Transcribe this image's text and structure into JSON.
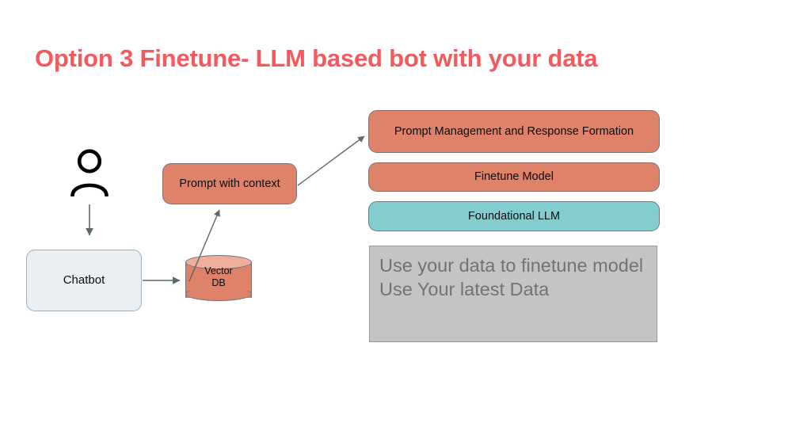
{
  "slide": {
    "title": "Option 3 Finetune- LLM based bot with your data",
    "title_color": "#F4595E",
    "background_color": "#FFFFFF"
  },
  "palette": {
    "salmon": "#DE8269",
    "teal": "#84CDCE",
    "pale_blue": "#E9EFF3",
    "note_gray": "#C4C4C4",
    "note_text_gray": "#6E7478",
    "connector_gray": "#5D686C",
    "outline_gray": "#70797C"
  },
  "diagram": {
    "user": {
      "icon": "person-icon",
      "label": ""
    },
    "chatbot": {
      "label": "Chatbot",
      "fill": "#E9EFF3"
    },
    "vector_db": {
      "icon": "database-cylinder-icon",
      "label_line1": "Vector",
      "label_line2": "DB",
      "fill": "#DE8269"
    },
    "prompt_with_context": {
      "label": "Prompt with context",
      "fill": "#DE8269"
    },
    "stack": [
      {
        "id": "prompt-management",
        "label": "Prompt Management and Response Formation",
        "fill": "#DE8269"
      },
      {
        "id": "finetune-model",
        "label": "Finetune Model",
        "fill": "#DE8269"
      },
      {
        "id": "foundational-llm",
        "label": "Foundational LLM",
        "fill": "#84CDCE"
      }
    ],
    "note": {
      "line1": "Use your data to finetune model",
      "line2": "Use Your latest Data",
      "fill": "#C4C4C4",
      "text_color": "#6E7478"
    },
    "connectors": [
      {
        "id": "user-to-chatbot",
        "from": "user",
        "to": "chatbot",
        "direction": "down"
      },
      {
        "id": "chatbot-to-vector-db",
        "from": "chatbot",
        "to": "vector_db",
        "direction": "right"
      },
      {
        "id": "vector-db-to-prompt-context",
        "from": "vector_db",
        "to": "prompt_with_context",
        "direction": "up-right"
      },
      {
        "id": "prompt-context-to-prompt-management",
        "from": "prompt_with_context",
        "to": "prompt-management",
        "direction": "up-right"
      }
    ]
  }
}
